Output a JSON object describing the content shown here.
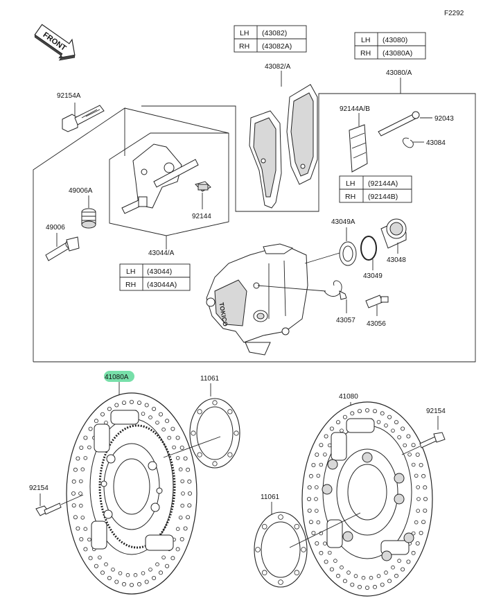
{
  "figure_id": "F2292",
  "front_label": "FRONT",
  "callouts": {
    "c92154a": "92154A",
    "c43082a": "43082/A",
    "c43080a": "43080/A",
    "c92144ab": "92144A/B",
    "c92043": "92043",
    "c43084": "43084",
    "c49006a": "49006A",
    "c49006": "49006",
    "c92144": "92144",
    "c43044a": "43044/A",
    "c43049a": "43049A",
    "c43048": "43048",
    "c43049": "43049",
    "c43057": "43057",
    "c43056": "43056",
    "c41080a": "41080A",
    "c11061_top": "11061",
    "c41080": "41080",
    "c92154_right": "92154",
    "c92154_left": "92154",
    "c11061_bottom": "11061"
  },
  "tables": {
    "t43082": [
      {
        "side": "LH",
        "part": "(43082)"
      },
      {
        "side": "RH",
        "part": "(43082A)"
      }
    ],
    "t43080": [
      {
        "side": "LH",
        "part": "(43080)"
      },
      {
        "side": "RH",
        "part": "(43080A)"
      }
    ],
    "t92144": [
      {
        "side": "LH",
        "part": "(92144A)"
      },
      {
        "side": "RH",
        "part": "(92144B)"
      }
    ],
    "t43044": [
      {
        "side": "LH",
        "part": "(43044)"
      },
      {
        "side": "RH",
        "part": "(43044A)"
      }
    ]
  },
  "caliper_brand": "TOKICO",
  "highlight_color": "#5fd99a"
}
